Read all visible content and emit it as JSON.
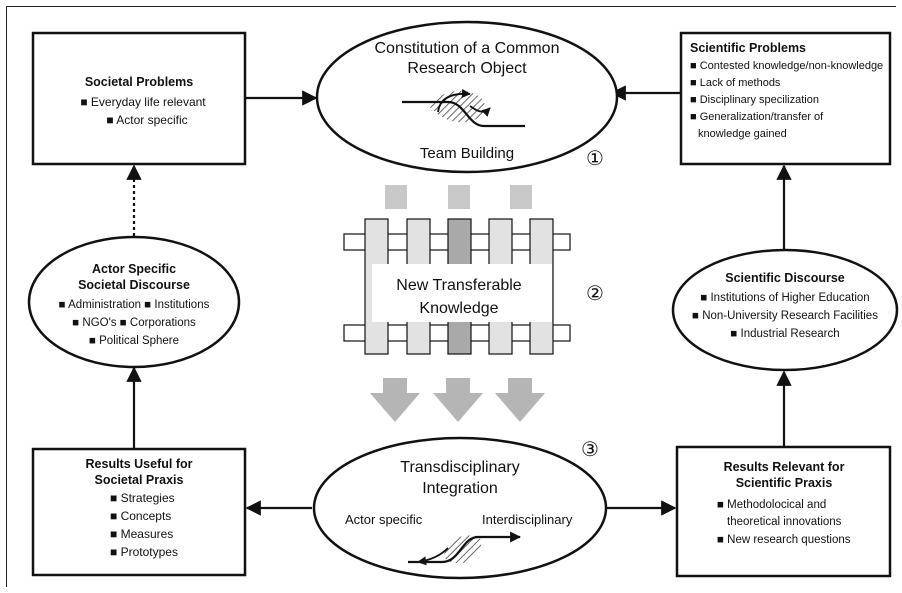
{
  "societal_problems": {
    "title": "Societal Problems",
    "items": [
      "Everyday life relevant",
      "Actor specific"
    ]
  },
  "scientific_problems": {
    "title": "Scientific Problems",
    "items": [
      "Contested knowledge/non-knowledge",
      "Lack of methods",
      "Disciplinary specilization",
      "Generalization/transfer of",
      "knowledge gained"
    ]
  },
  "phase1": {
    "title_line1": "Constitution of a Common",
    "title_line2": "Research Object",
    "subtitle": "Team Building",
    "number": "①"
  },
  "phase2": {
    "line1": "New Transferable",
    "line2": "Knowledge",
    "number": "②"
  },
  "phase3": {
    "line1": "Transdisciplinary",
    "line2": "Integration",
    "left_label": "Actor specific",
    "right_label": "Interdisciplinary",
    "number": "③"
  },
  "actor_discourse": {
    "title_line1": "Actor Specific",
    "title_line2": "Societal Discourse",
    "items_row1": [
      "Administration",
      "Institutions"
    ],
    "items_row2": [
      "NGO's",
      "Corporations"
    ],
    "items_row3": [
      "Political Sphere"
    ]
  },
  "scientific_discourse": {
    "title": "Scientific Discourse",
    "items": [
      "Institutions of Higher Education",
      "Non-University Research Facilities",
      "Industrial Research"
    ]
  },
  "results_societal": {
    "title_line1": "Results Useful for",
    "title_line2": "Societal Praxis",
    "items": [
      "Strategies",
      "Concepts",
      "Measures",
      "Prototypes"
    ]
  },
  "results_scientific": {
    "title_line1": "Results Relevant for",
    "title_line2": "Scientific Praxis",
    "items": [
      "Methodolocical and",
      "theoretical innovations",
      "New research questions"
    ]
  },
  "bullet": "■",
  "colors": {
    "stroke": "#111111",
    "hatch": "#666666",
    "gray_light": "#e2e2e2",
    "gray_mid": "#c8c8c8",
    "gray_dark": "#a9a9a9",
    "arrow_gray": "#b5b5b5"
  }
}
